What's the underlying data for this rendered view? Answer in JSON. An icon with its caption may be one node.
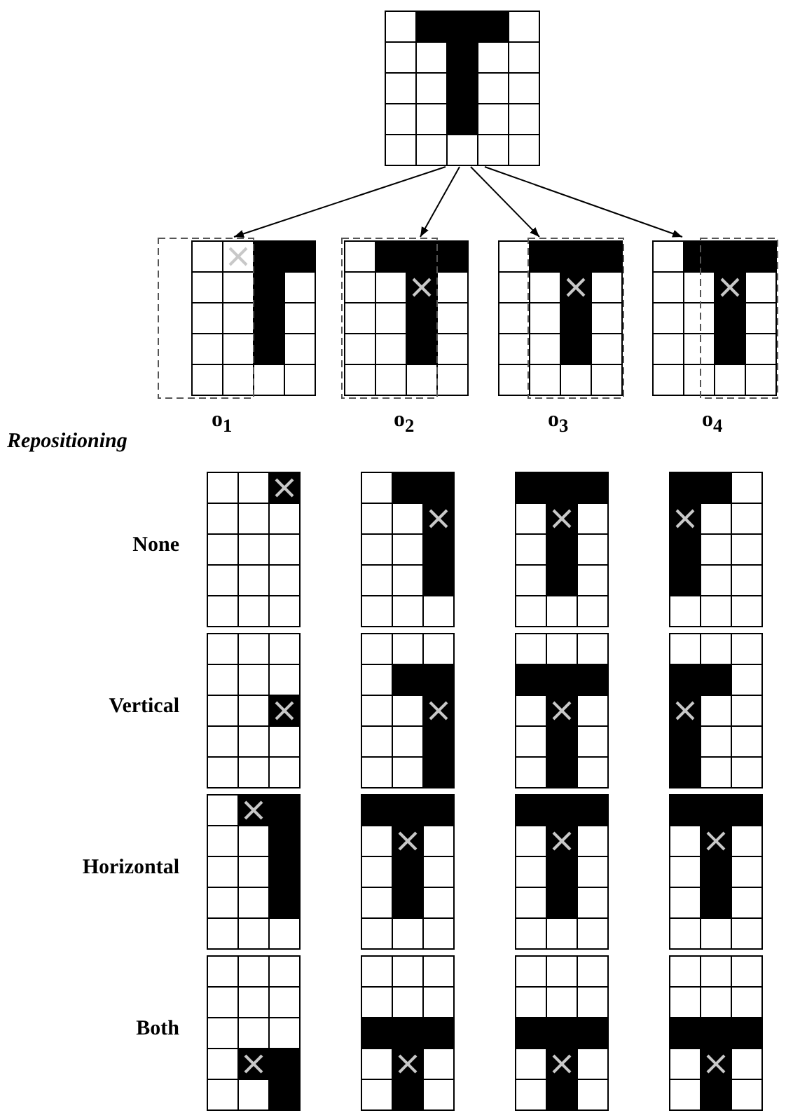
{
  "diagram": {
    "nodes": [
      {
        "text": [],
        "shape": "grid"
      },
      {
        "text": [],
        "shape": "grid",
        "beside": [
          "o$_{1}$"
        ]
      },
      {
        "text": [],
        "shape": "grid",
        "beside": [
          "o$_{2}$"
        ]
      },
      {
        "text": [],
        "shape": "grid",
        "beside": [
          "o$_{3}$"
        ]
      },
      {
        "text": [],
        "shape": "grid",
        "beside": [
          "o$_{4}$"
        ]
      }
    ],
    "edges": [
      {
        "from": 0,
        "to": 1,
        "arrow": "to"
      },
      {
        "from": 0,
        "to": 2,
        "arrow": "to"
      },
      {
        "from": 0,
        "to": 3,
        "arrow": "to"
      },
      {
        "from": 0,
        "to": 4,
        "arrow": "to"
      }
    ],
    "labels": [
      "Repositioning",
      "None",
      "Vertical",
      "Horizontal",
      "Both"
    ]
  }
}
